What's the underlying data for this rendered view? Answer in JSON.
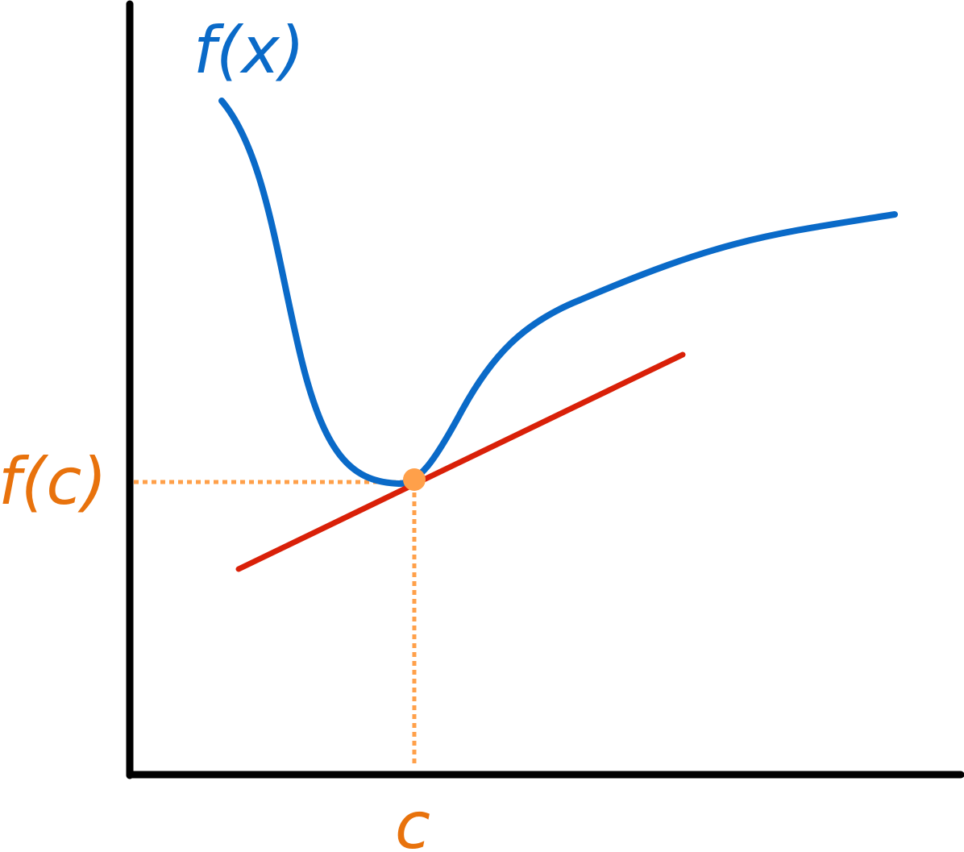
{
  "labels": {
    "function": "f(x)",
    "point_value": "f(c)",
    "point_x": "c"
  },
  "colors": {
    "axis": "#000000",
    "curve": "#0a6ac8",
    "tangent": "#d92008",
    "point": "#ffa04a",
    "label_orange": "#e8720c",
    "guide": "#ffa04a"
  }
}
